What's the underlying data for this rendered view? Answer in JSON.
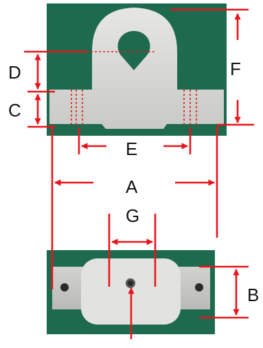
{
  "labels": {
    "A": "A",
    "B": "B",
    "C": "C",
    "D": "D",
    "E": "E",
    "F": "F",
    "G": "G"
  },
  "colors": {
    "dimension_line": "#e8141b",
    "photo_background": "#1d6a4e",
    "part": "#d9d9d6"
  }
}
